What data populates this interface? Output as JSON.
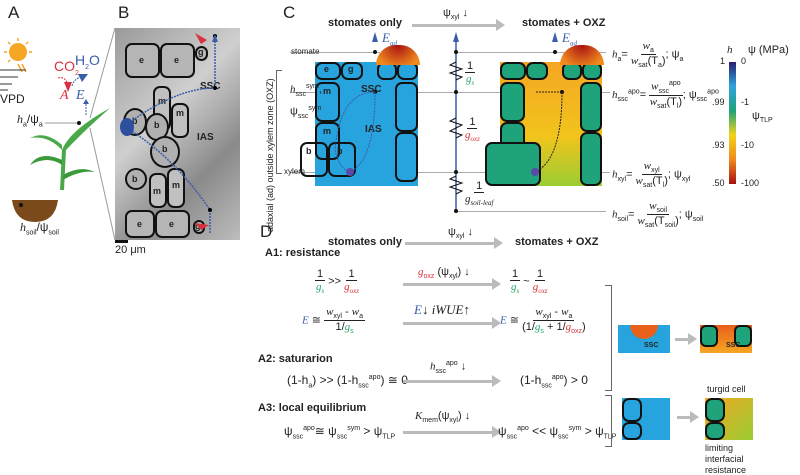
{
  "panels": {
    "a": "A",
    "b": "B",
    "c": "C",
    "d": "D"
  },
  "panel_a": {
    "co2": "CO",
    "co2_sub": "2",
    "h2o": "H",
    "h2o_sub": "2",
    "h2o_o": "O",
    "A": "A",
    "E": "E",
    "vpd": "VPD",
    "ha": "h",
    "ha_sub": "a",
    "psia": "ψ",
    "psia_sub": "a",
    "hsoil": "h",
    "hsoil_sub": "soil",
    "psisoil": "ψ",
    "psisoil_sub": "soil"
  },
  "panel_b": {
    "cells": [
      "e",
      "e",
      "g",
      "m",
      "m",
      "b",
      "b",
      "b",
      "b",
      "m",
      "m",
      "e",
      "e",
      "g"
    ],
    "ssc": "SSC",
    "ias": "IAS",
    "scale": "20",
    "scale_unit": "μm"
  },
  "panel_c": {
    "zone_label": "adaxial (ad) outside xylem zone (OXZ)",
    "left_title": "stomates only",
    "right_title": "stomates + OXZ",
    "psi_xyl": "ψ",
    "psi_xyl_sub": "xyl",
    "down": "↓",
    "E": "E",
    "E_sub": "ad",
    "stomate": "stomate",
    "xylem": "xylem",
    "hsym": "h",
    "hsym_sub": "ssc",
    "hsym_sup": "sym",
    "psisym": "ψ",
    "psisym_sub": "ssc",
    "psisym_sup": "sym",
    "cells": {
      "e": "e",
      "g": "g",
      "m": "m",
      "b": "b",
      "ssc": "SSC",
      "ias": "IAS"
    },
    "res": [
      {
        "num": "1",
        "den": "g",
        "den_sub": "s",
        "color": "#2aa66a"
      },
      {
        "num": "1",
        "den": "g",
        "den_sub": "oxz",
        "color": "#d8333c"
      },
      {
        "num": "1",
        "den": "g",
        "den_sub": "soil-leaf",
        "color": "#222"
      }
    ],
    "eqs": [
      {
        "lhs": "h",
        "lhs_sub": "a",
        "lhs_sup": "",
        "num": "w",
        "num_sub": "a",
        "num_sup": "",
        "den": "w",
        "den_sub": "sat",
        "den_arg": "(T",
        "den_arg_sub": "a",
        "psi": "ψ",
        "psi_sub": "a",
        "psi_sup": ""
      },
      {
        "lhs": "h",
        "lhs_sub": "ssc",
        "lhs_sup": "apo",
        "num": "w",
        "num_sub": "ssc",
        "num_sup": "apo",
        "den": "w",
        "den_sub": "sat",
        "den_arg": "(T",
        "den_arg_sub": "l",
        "psi": "ψ",
        "psi_sub": "ssc",
        "psi_sup": "apo"
      },
      {
        "lhs": "h",
        "lhs_sub": "xyl",
        "lhs_sup": "",
        "num": "w",
        "num_sub": "xyl",
        "num_sup": "",
        "den": "w",
        "den_sub": "sat",
        "den_arg": "(T",
        "den_arg_sub": "l",
        "psi": "ψ",
        "psi_sub": "xyl",
        "psi_sup": ""
      },
      {
        "lhs": "h",
        "lhs_sub": "soil",
        "lhs_sup": "",
        "num": "w",
        "num_sub": "soil",
        "num_sup": "",
        "den": "w",
        "den_sub": "sat",
        "den_arg": "(T",
        "den_arg_sub": "soil",
        "psi": "ψ",
        "psi_sub": "soil",
        "psi_sup": ""
      }
    ],
    "colorbar": {
      "h_label": "h",
      "psi_label": "ψ (MPa)",
      "h_ticks": [
        "1",
        ".99",
        ".93",
        ".50"
      ],
      "psi_ticks": [
        "0",
        "-1",
        "-10",
        "-100"
      ],
      "tlp": "ψ",
      "tlp_sub": "TLP",
      "colors": [
        "#2b1f6e",
        "#2fa3e0",
        "#1fa37a",
        "#f2d21c",
        "#f08a1e",
        "#a81010"
      ]
    }
  },
  "panel_d": {
    "left_title": "stomates only",
    "right_title": "stomates + OXZ",
    "psi_xyl": "ψ",
    "psi_xyl_sub": "xyl",
    "down": "↓",
    "a1": "A1: resistance",
    "a2": "A2: saturarion",
    "a3": "A3: local equilibrium",
    "a1_arrow1": "g",
    "a1_arrow1_sub": "oxz",
    "a1_arrow1_rest": "(ψ",
    "a1_arrow1_rest_sub": "xyl",
    "a1_arrow1_end": ") ↓",
    "a1_arrow2_E": "E",
    "a1_arrow2_rest": "↓  iWUE↑",
    "one": "1",
    "g": "g",
    "gs_sub": "s",
    "goxz_sub": "oxz",
    "gg": ">>",
    "approx": "~",
    "E": "E",
    "cong": "≅",
    "wxyl": "w",
    "wxyl_sub": "xyl",
    "minus": " - ",
    "wa": "w",
    "wa_sub": "a",
    "den_left": "1/",
    "den_right_open": "(1/",
    "den_right_plus": " + 1/",
    "den_right_close": ")",
    "a2_left": "(1-h",
    "a2_left_sub": "a",
    "a2_left_mid": ") >> (1-h",
    "a2_sub": "ssc",
    "a2_sup": "apo",
    "a2_left_end": ") ≅ 0",
    "a2_arrow": "h",
    "a2_right": "(1-h",
    "a2_right_end": ") > 0",
    "a3_psi": "ψ",
    "a3_apo": "apo",
    "a3_sym": "sym",
    "a3_ssc": "ssc",
    "a3_tlp": "TLP",
    "a3_cong": "≅",
    "a3_gt": ">",
    "a3_ll": "<<",
    "a3_arrow": "K",
    "a3_arrow_sub": "mem",
    "a3_arrow_rest": "(ψ",
    "a3_arrow_rest_end": ") ↓",
    "inset_ssc": "SSC",
    "turgid": "turgid cell",
    "limiting": "limiting\ninterfacial\nresistance"
  }
}
